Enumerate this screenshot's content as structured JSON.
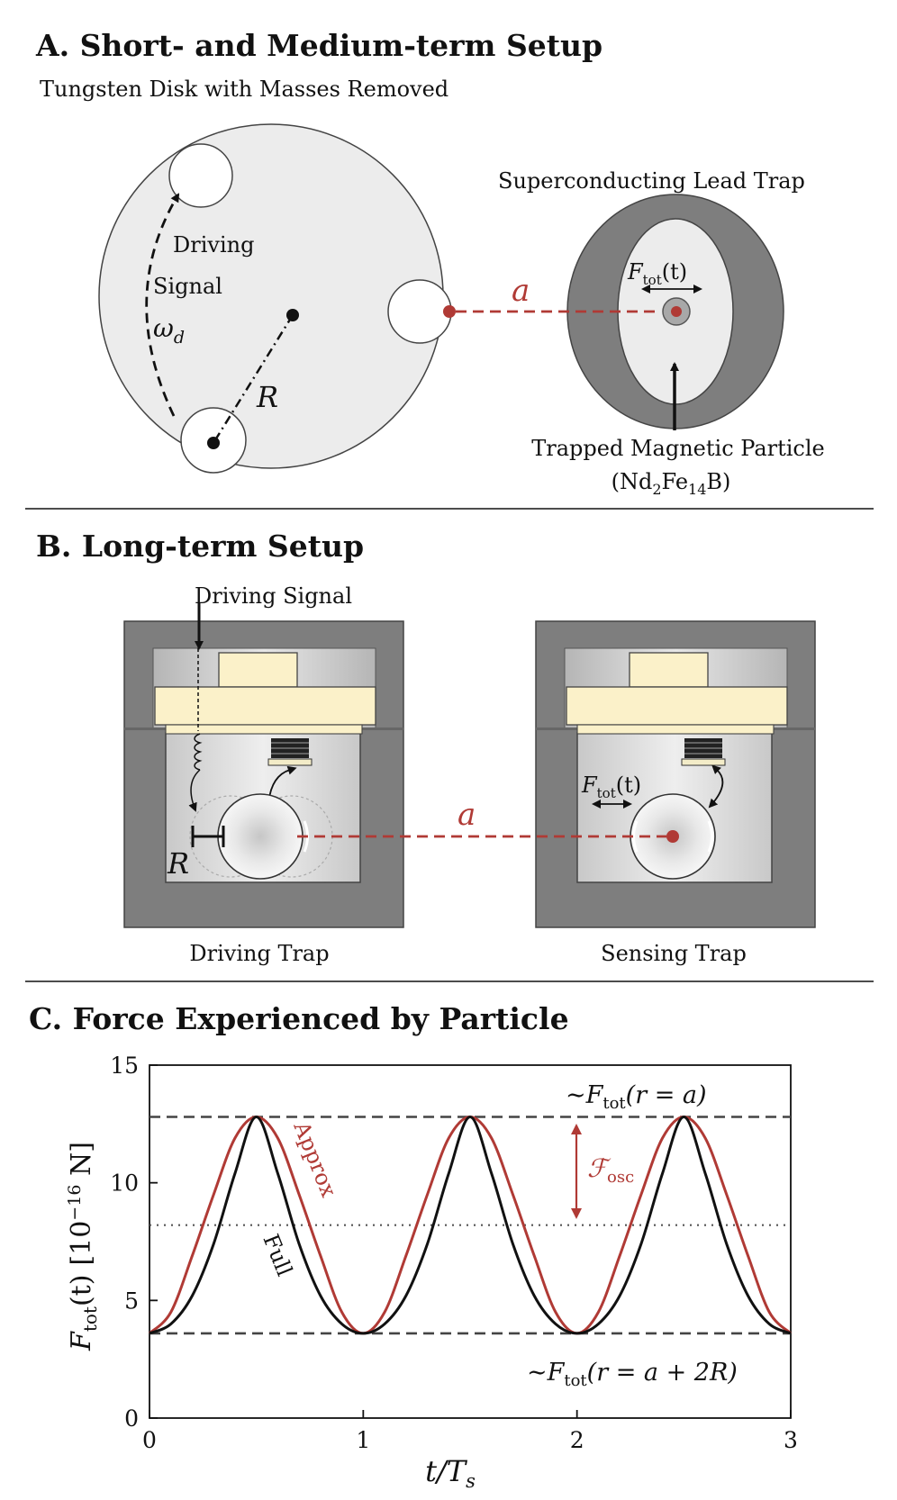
{
  "panel_a": {
    "title": "A. Short- and Medium-term Setup",
    "disk_label": "Tungsten Disk with Masses Removed",
    "trap_label": "Superconducting Lead Trap",
    "driving_word": "Driving",
    "signal_word": "Signal",
    "omega_base": "ω",
    "omega_sub": "d",
    "radius_label": "R",
    "distance_label": "a",
    "force_F": "F",
    "force_sub": "tot",
    "force_arg": "(t)",
    "particle_label": "Trapped Magnetic Particle",
    "particle_formula": {
      "p1": "(Nd",
      "s1": "2",
      "p2": "Fe",
      "s2": "14",
      "p3": "B)"
    }
  },
  "panel_b": {
    "title": "B. Long-term Setup",
    "driving_signal": "Driving Signal",
    "radius_label": "R",
    "distance_label": "a",
    "force_F": "F",
    "force_sub": "tot",
    "force_arg": "(t)",
    "driving_trap": "Driving Trap",
    "sensing_trap": "Sensing Trap"
  },
  "panel_c": {
    "title": "C. Force Experienced by Particle",
    "ylabel": {
      "F": "F",
      "sub": "tot",
      "arg": "(t)",
      "unit_open": "[10",
      "unit_exp": "−16",
      "unit_close": " N]"
    },
    "xlabel": {
      "t": "t/T",
      "sub": "s"
    },
    "upper_annotation": {
      "pre": "∼F",
      "sub": "tot",
      "post": "(r = a)"
    },
    "lower_annotation": {
      "pre": "∼F",
      "sub": "tot",
      "post": "(r = a + 2R)"
    },
    "fosc": {
      "F": "ℱ",
      "sub": "osc"
    },
    "full_label": "Full",
    "approx_label": "Approx"
  },
  "chart_data": {
    "type": "line",
    "xlabel": "t/T_s",
    "ylabel": "F_tot(t) [10^-16 N]",
    "xlim": [
      0,
      3
    ],
    "ylim": [
      0,
      15
    ],
    "xticks": [
      0,
      1,
      2,
      3
    ],
    "yticks": [
      0,
      5,
      10,
      15
    ],
    "grid": false,
    "series": [
      {
        "name": "Full",
        "color": "#111111",
        "x": [
          0,
          0.1,
          0.2,
          0.3,
          0.4,
          0.5,
          0.6,
          0.7,
          0.8,
          0.9,
          1.0,
          1.1,
          1.2,
          1.3,
          1.4,
          1.5,
          1.6,
          1.7,
          1.8,
          1.9,
          2.0,
          2.1,
          2.2,
          2.3,
          2.4,
          2.5,
          2.6,
          2.7,
          2.8,
          2.9,
          3.0
        ],
        "y": [
          3.6,
          4.0,
          5.2,
          7.4,
          10.4,
          12.8,
          10.4,
          7.4,
          5.2,
          4.0,
          3.6,
          4.0,
          5.2,
          7.4,
          10.4,
          12.8,
          10.4,
          7.4,
          5.2,
          4.0,
          3.6,
          4.0,
          5.2,
          7.4,
          10.4,
          12.8,
          10.4,
          7.4,
          5.2,
          4.0,
          3.6
        ]
      },
      {
        "name": "Approx",
        "color": "#b03a35",
        "x": [
          0,
          0.1,
          0.2,
          0.3,
          0.4,
          0.5,
          0.6,
          0.7,
          0.8,
          0.9,
          1.0,
          1.1,
          1.2,
          1.3,
          1.4,
          1.5,
          1.6,
          1.7,
          1.8,
          1.9,
          2.0,
          2.1,
          2.2,
          2.3,
          2.4,
          2.5,
          2.6,
          2.7,
          2.8,
          2.9,
          3.0
        ],
        "y": [
          3.6,
          4.5,
          6.9,
          9.5,
          11.9,
          12.8,
          11.9,
          9.5,
          6.9,
          4.5,
          3.6,
          4.5,
          6.9,
          9.5,
          11.9,
          12.8,
          11.9,
          9.5,
          6.9,
          4.5,
          3.6,
          4.5,
          6.9,
          9.5,
          11.9,
          12.8,
          11.9,
          9.5,
          6.9,
          4.5,
          3.6
        ]
      }
    ],
    "reference_lines": [
      {
        "y": 12.8,
        "style": "dashed"
      },
      {
        "y": 3.6,
        "style": "dashed"
      },
      {
        "y": 8.2,
        "style": "dotted"
      }
    ],
    "colors": {
      "accent_red": "#b03a35",
      "ink": "#111111"
    }
  }
}
